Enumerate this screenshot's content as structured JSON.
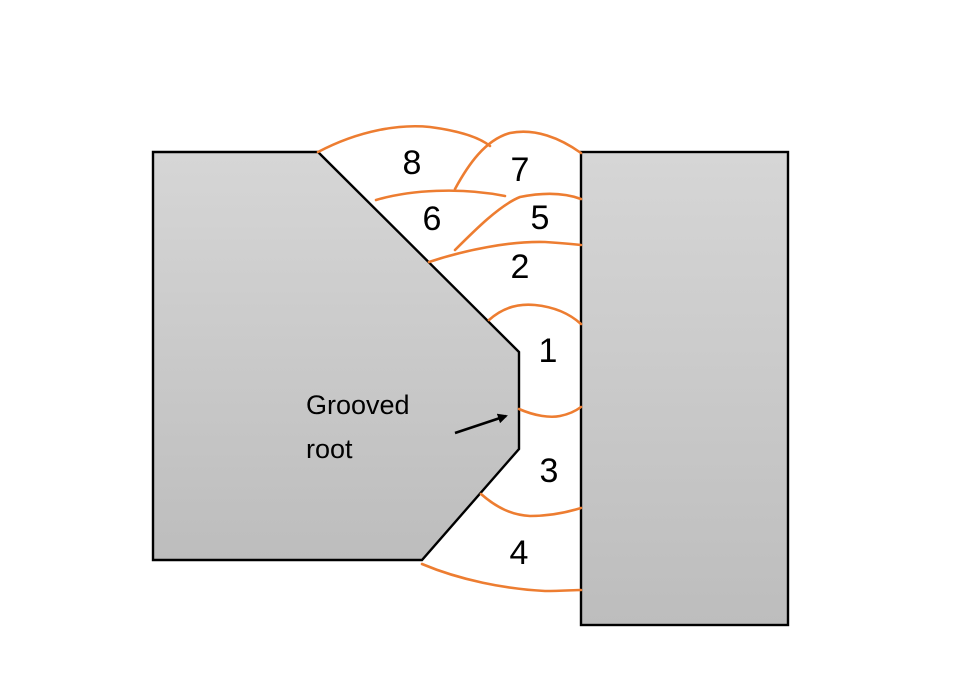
{
  "diagram": {
    "colors": {
      "weld_bead": "#ed7d31",
      "plate_light": "#d6d6d6",
      "plate_dark": "#bdbdbd",
      "outline": "#000000"
    },
    "passes": [
      {
        "id": "1",
        "label": "1"
      },
      {
        "id": "2",
        "label": "2"
      },
      {
        "id": "3",
        "label": "3"
      },
      {
        "id": "4",
        "label": "4"
      },
      {
        "id": "5",
        "label": "5"
      },
      {
        "id": "6",
        "label": "6"
      },
      {
        "id": "7",
        "label": "7"
      },
      {
        "id": "8",
        "label": "8"
      }
    ],
    "annotation": {
      "line1": "Grooved",
      "line2": "root"
    }
  }
}
